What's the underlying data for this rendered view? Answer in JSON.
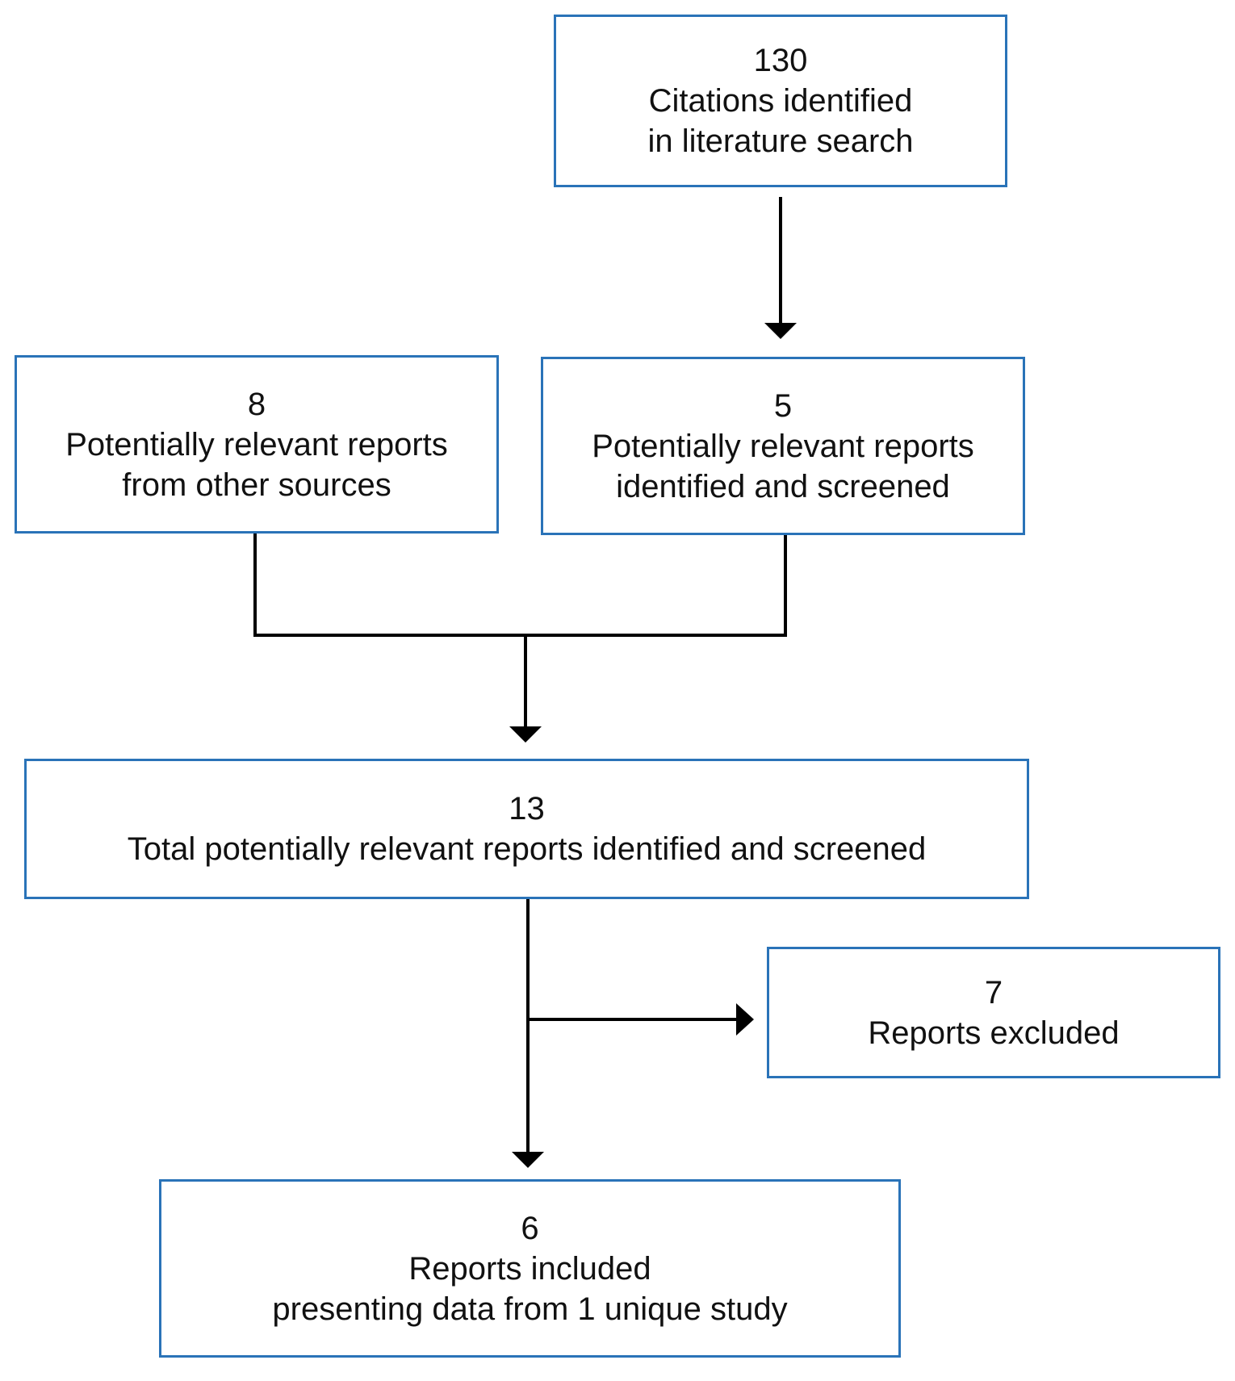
{
  "boxes": {
    "literature": {
      "count": "130",
      "lines": [
        "Citations identified",
        "in literature search"
      ]
    },
    "other_sources": {
      "count": "8",
      "lines": [
        "Potentially relevant reports",
        "from other sources"
      ]
    },
    "screened": {
      "count": "5",
      "lines": [
        "Potentially relevant reports",
        "identified and screened"
      ]
    },
    "total": {
      "count": "13",
      "lines": [
        "Total potentially relevant reports identified and screened"
      ]
    },
    "excluded": {
      "count": "7",
      "lines": [
        "Reports excluded"
      ]
    },
    "included": {
      "count": "6",
      "lines": [
        "Reports included",
        "presenting data from 1 unique study"
      ]
    }
  },
  "colors": {
    "box_border": "#2a73b8",
    "connector": "#000000"
  }
}
